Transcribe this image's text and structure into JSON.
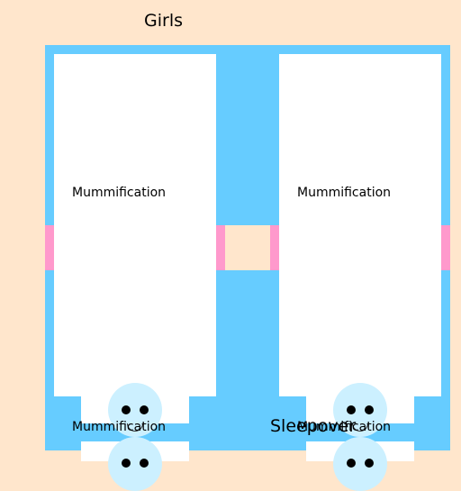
{
  "header": {
    "title": "Girls"
  },
  "rooms": [
    {
      "label": "Mummification"
    },
    {
      "label": "Mummification"
    }
  ],
  "beds": [
    {
      "label": "Mummification"
    },
    {
      "label": "Mummification"
    }
  ],
  "chat": {
    "message": "Sleepover"
  },
  "colors": {
    "background": "#ffe6cc",
    "walls": "#66ccff",
    "panels": "#ffffff",
    "doors": "#ff99cc",
    "characters": "#ccf0ff"
  }
}
